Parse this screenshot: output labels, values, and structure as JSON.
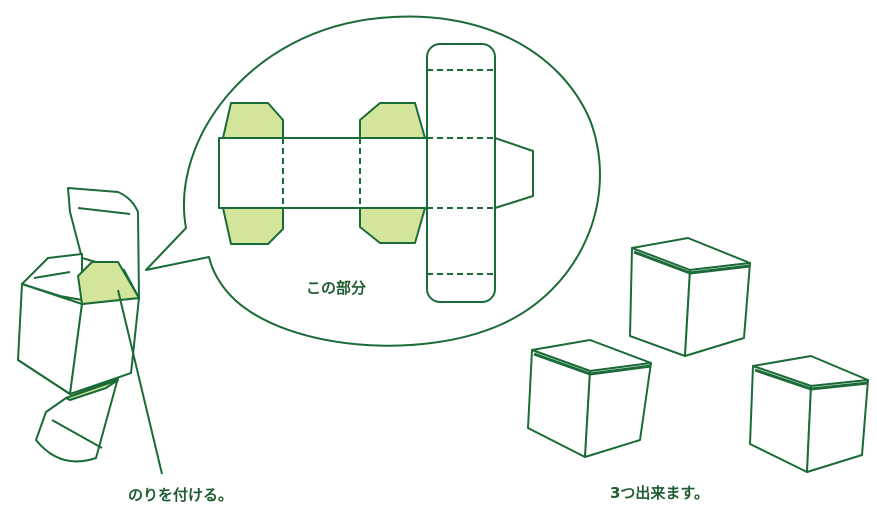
{
  "labels": {
    "this_part": "この部分",
    "glue_instruction": "のりを付ける。",
    "result": "3つ出来ます。"
  },
  "colors": {
    "stroke": "#1a6b38",
    "glue_fill": "#d3e59b",
    "background": "#ffffff"
  }
}
